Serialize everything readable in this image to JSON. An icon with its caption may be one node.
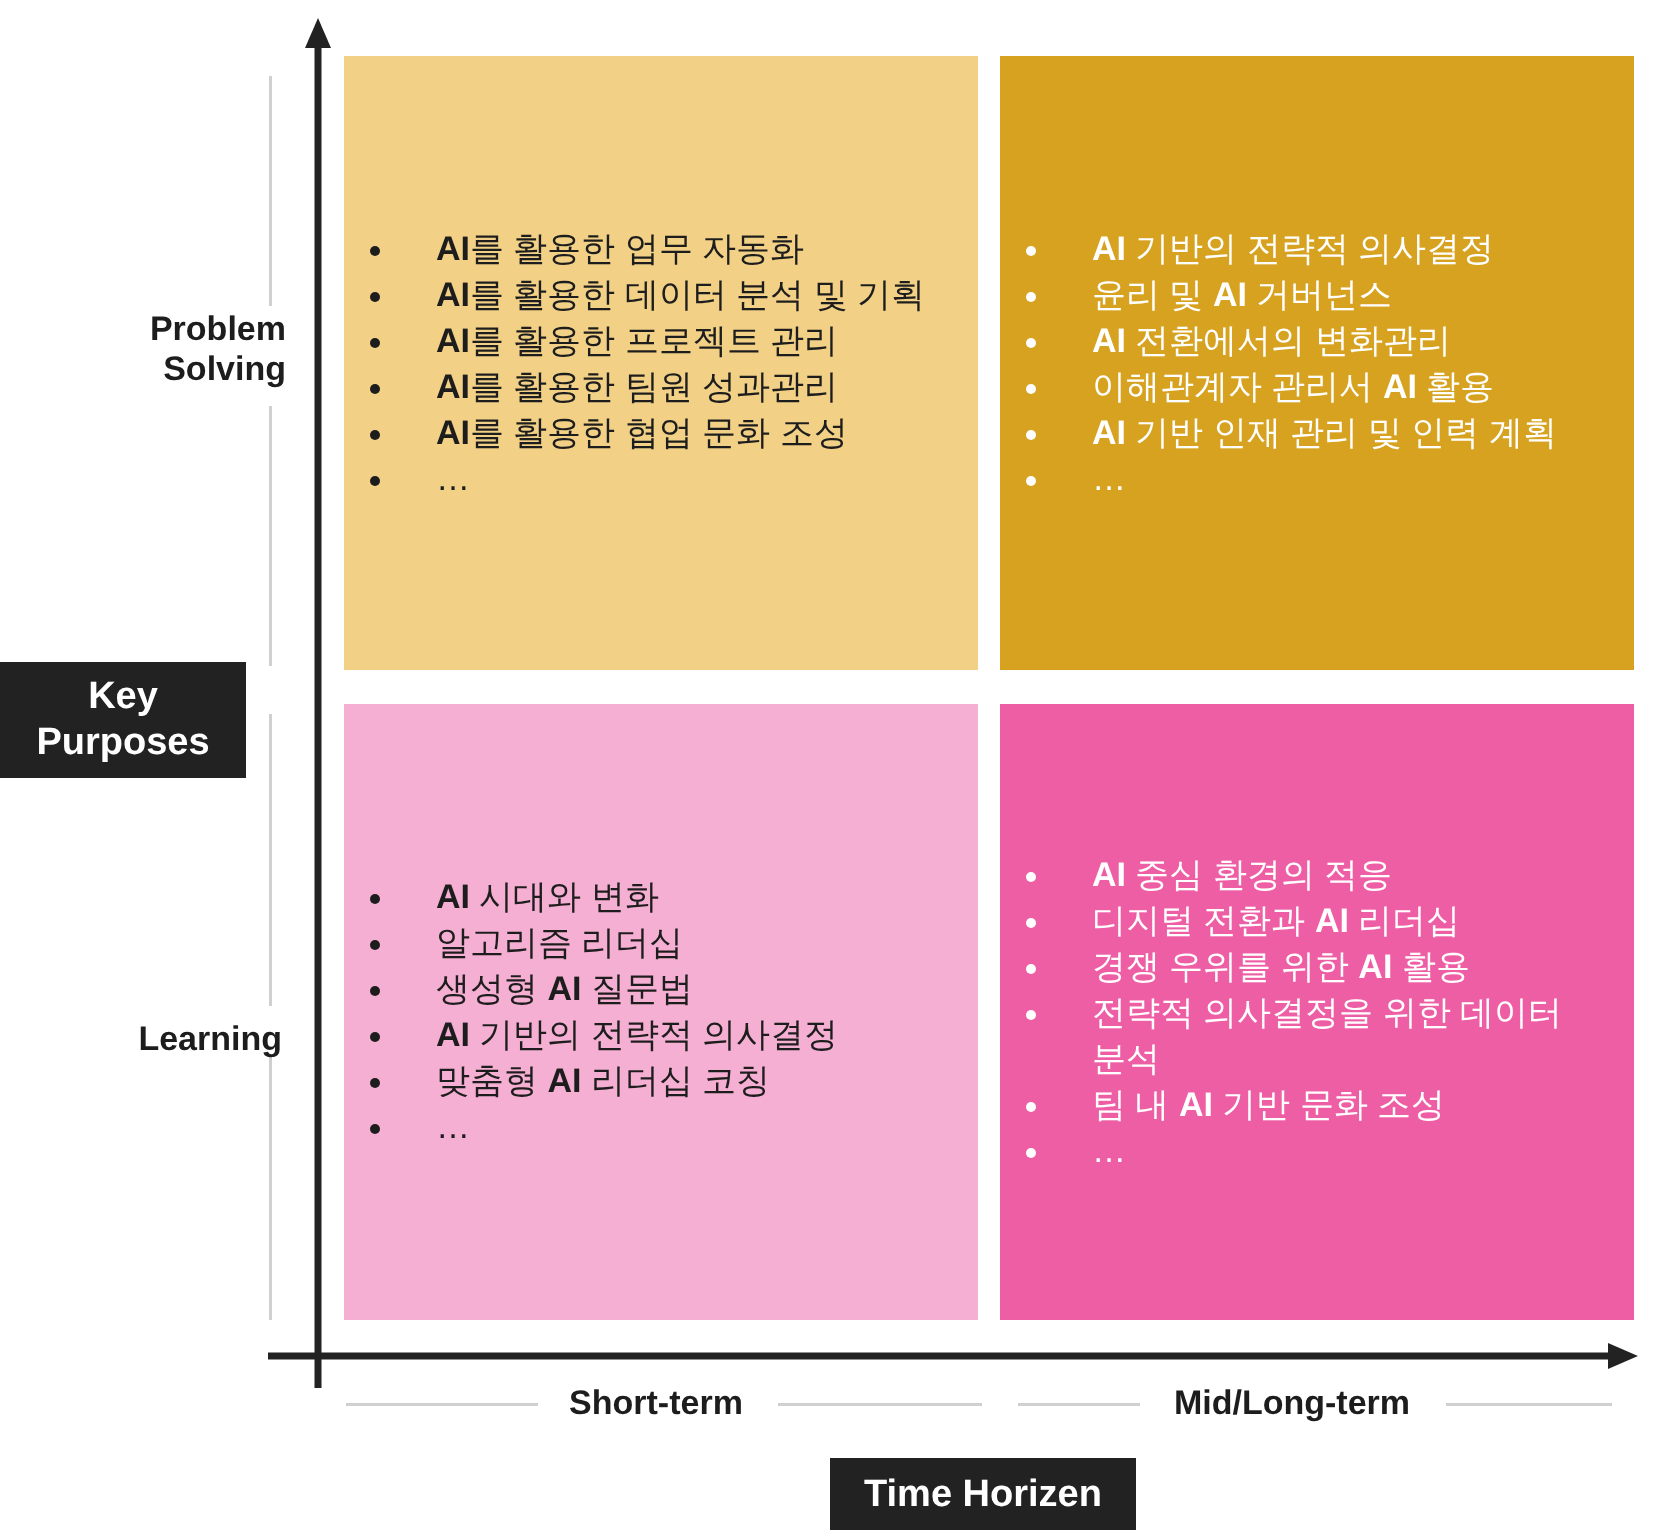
{
  "diagram": {
    "nodes": [
      {
        "text": [
          "**AI**를 활용한 업무 자동화",
          "**AI**를 활용한 데이터 분석 및 기획",
          "**AI**를 활용한 프로젝트 관리",
          "**AI**를 활용한 팀원 성과관리",
          "**AI**를 활용한 협업 문화 조성",
          "…"
        ]
      },
      {
        "text": [
          "**AI** 기반의 전략적 의사결정",
          "윤리 및 **AI** 거버넌스",
          "**AI** 전환에서의 변화관리",
          "이해관계자 관리서 **AI** 활용",
          "**AI** 기반 인재 관리 및 인력 계획",
          "…"
        ]
      },
      {
        "text": [
          "Key Purposes"
        ]
      },
      {
        "text": [
          "**AI** 시대와 변화",
          "알고리즘 리더십",
          "생성형 **AI** 질문법",
          "**AI** 기반의 전략적 의사결정",
          "맞춤형 **AI** 리더십 코칭",
          "…"
        ]
      },
      {
        "text": [
          "**AI** 중심 환경의 적응",
          "디지털 전환과 **AI** 리더십",
          "경쟁 우위를 위한 **AI** 활용",
          "전략적 의사결정을 위한 데이터 분석",
          "팀 내 **AI** 기반 문화 조성",
          "…"
        ]
      },
      {
        "text": [
          "Time Horizen"
        ]
      }
    ],
    "labels": [
      "Problem Solving",
      "Learning",
      "Short-term",
      "Mid/Long-term"
    ]
  }
}
